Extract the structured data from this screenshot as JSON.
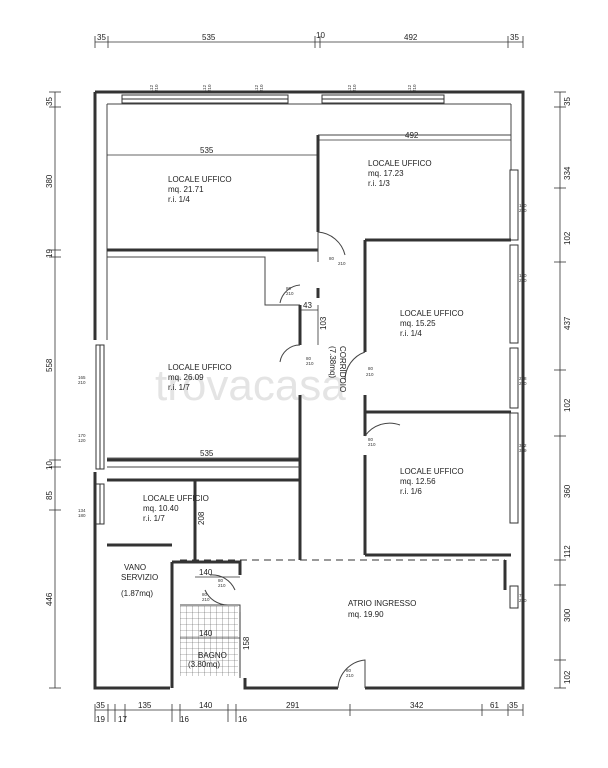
{
  "watermark": "trovacasa",
  "rooms": {
    "uff1": {
      "name": "LOCALE UFFICO",
      "area": "mq. 21.71",
      "ri": "r.i. 1/4"
    },
    "uff2": {
      "name": "LOCALE UFFICO",
      "area": "mq. 17.23",
      "ri": "r.i. 1/3"
    },
    "uff3": {
      "name": "LOCALE UFFICO",
      "area": "mq. 26.09",
      "ri": "r.i. 1/7"
    },
    "uff4": {
      "name": "LOCALE UFFICO",
      "area": "mq. 15.25",
      "ri": "r.i. 1/4"
    },
    "uff5": {
      "name": "LOCALE UFFICO",
      "area": "mq. 12.56",
      "ri": "r.i. 1/6"
    },
    "uff6": {
      "name": "LOCALE UFFICIO",
      "area": "mq. 10.40",
      "ri": "r.i. 1/7"
    },
    "vano": {
      "name1": "VANO",
      "name2": "SERVIZIO",
      "area": "(1.87mq)"
    },
    "bagno": {
      "name": "BAGNO",
      "area": "(3.80mq)"
    },
    "atrio": {
      "name": "ATRIO INGRESSO",
      "area": "mq. 19.90"
    },
    "corridoio": {
      "name": "CORRIDOIO",
      "area": "(7.38mq)"
    }
  },
  "dims_top": {
    "a": "35",
    "b": "535",
    "c": "10",
    "d": "492",
    "e": "35"
  },
  "dims_bottom": {
    "a": "35",
    "b": "135",
    "c": "140",
    "d": "291",
    "e": "342",
    "f": "61",
    "g": "35",
    "h": "19",
    "i": "17",
    "j": "16",
    "k": "16"
  },
  "dims_left": {
    "a": "35",
    "b": "380",
    "c": "19",
    "d": "558",
    "e": "10",
    "f": "85",
    "g": "446"
  },
  "dims_right": {
    "a": "35",
    "b": "334",
    "c": "102",
    "d": "437",
    "e": "102",
    "f": "360",
    "g": "112",
    "h": "300",
    "i": "102"
  },
  "inner_dims": {
    "w535a": "535",
    "w492": "492",
    "w535b": "535",
    "w43": "43",
    "w103": "103",
    "w208": "208",
    "w140a": "140",
    "w140b": "140",
    "w158": "158"
  },
  "window_tags": {
    "t1": "112",
    "t1b": "210",
    "t2": "112",
    "t2b": "210",
    "t3": "112",
    "t3b": "210",
    "t4": "112",
    "t4b": "210",
    "t5": "112",
    "t5b": "210",
    "r1": "180",
    "r1b": "210",
    "r2": "180",
    "r2b": "210",
    "r3": "218",
    "r3b": "210",
    "r4": "372",
    "r4b": "339",
    "r5": "70",
    "r5b": "200",
    "l1": "165",
    "l1b": "210",
    "l2": "170",
    "l2b": "120",
    "l3": "134",
    "l3b": "180"
  },
  "door_tags": {
    "d1": "80",
    "d1b": "210",
    "d2": "80",
    "d2b": "210",
    "d3": "80",
    "d3b": "210",
    "d4": "80",
    "d4b": "210",
    "d5": "80",
    "d5b": "210",
    "d6": "80",
    "d6b": "210",
    "d7": "80",
    "d7b": "210",
    "d8": "80",
    "d8b": "210"
  }
}
